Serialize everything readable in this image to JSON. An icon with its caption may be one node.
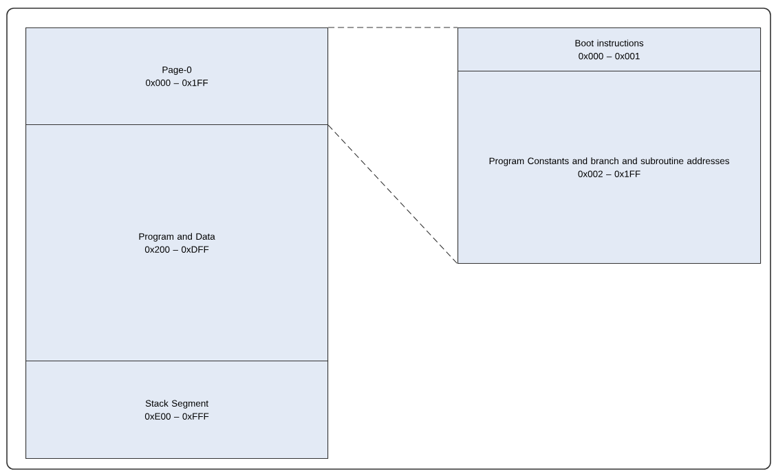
{
  "diagram": {
    "nodes": [
      {
        "text": [
          "Page-0",
          "0x000 – 0x1FF"
        ]
      },
      {
        "text": [
          "Program and Data",
          "0x200 – 0xDFF"
        ]
      },
      {
        "text": [
          "Stack Segment",
          "0xE00 – 0xFFF"
        ]
      },
      {
        "text": [
          "Boot instructions",
          "0x000 – 0x001"
        ]
      },
      {
        "text": [
          "Program Constants and branch and subroutine addresses",
          "0x002 – 0x1FF"
        ]
      }
    ],
    "edges": [
      {
        "from": 0,
        "to": 3,
        "arrow": "none",
        "style": "dashed"
      },
      {
        "from": 0,
        "to": 4,
        "arrow": "none",
        "style": "dashed"
      }
    ]
  }
}
